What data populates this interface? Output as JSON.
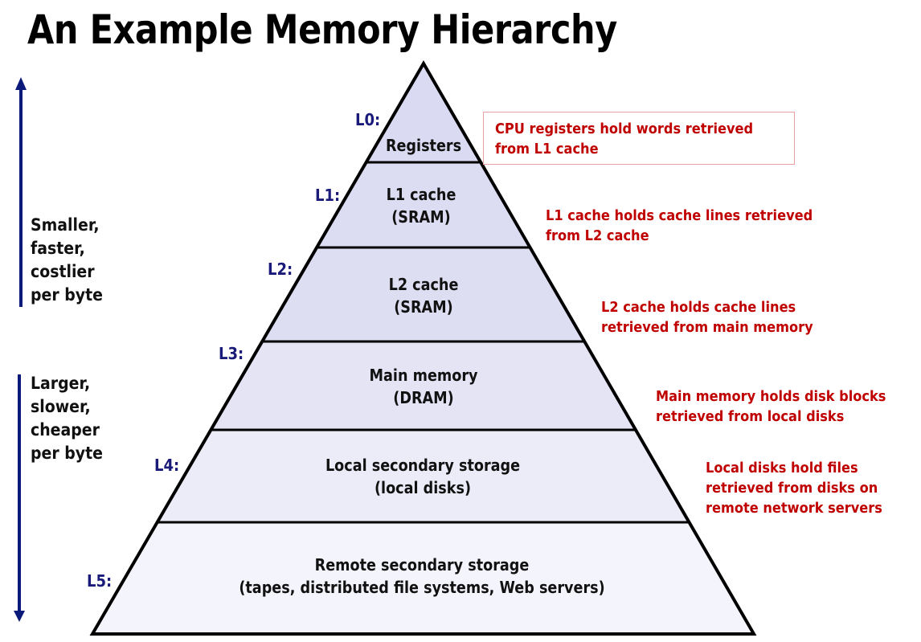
{
  "title": "An Example Memory Hierarchy",
  "colors": {
    "arrow": "#0b1a7a",
    "level_tag": "#1a1a7a",
    "note_text": "#c00000",
    "note_box_border": "#e8a0a0",
    "layer_fill_top": "#dcdcf2",
    "layer_fill_bottom": "#f6f6fd",
    "outline": "#000000"
  },
  "side_labels": {
    "up": [
      "Smaller,",
      "faster,",
      "costlier",
      "per byte"
    ],
    "down": [
      "Larger,",
      "slower,",
      "cheaper",
      "per byte"
    ]
  },
  "levels": [
    {
      "tag": "L0:",
      "lines": [
        "Registers"
      ],
      "note": [
        "CPU registers hold words retrieved",
        "from L1 cache"
      ]
    },
    {
      "tag": "L1:",
      "lines": [
        "L1 cache",
        "(SRAM)"
      ],
      "note": [
        "L1 cache holds cache lines retrieved",
        "from L2 cache"
      ]
    },
    {
      "tag": "L2:",
      "lines": [
        "L2 cache",
        "(SRAM)"
      ],
      "note": [
        "L2 cache holds cache lines",
        "retrieved from main memory"
      ]
    },
    {
      "tag": "L3:",
      "lines": [
        "Main memory",
        "(DRAM)"
      ],
      "note": [
        "Main memory holds disk blocks",
        "retrieved from local disks"
      ]
    },
    {
      "tag": "L4:",
      "lines": [
        "Local secondary storage",
        "(local disks)"
      ],
      "note": [
        "Local disks hold files",
        "retrieved from disks on",
        "remote network servers"
      ]
    },
    {
      "tag": "L5:",
      "lines": [
        "Remote secondary storage",
        "(tapes, distributed file systems, Web servers)"
      ],
      "note": []
    }
  ]
}
